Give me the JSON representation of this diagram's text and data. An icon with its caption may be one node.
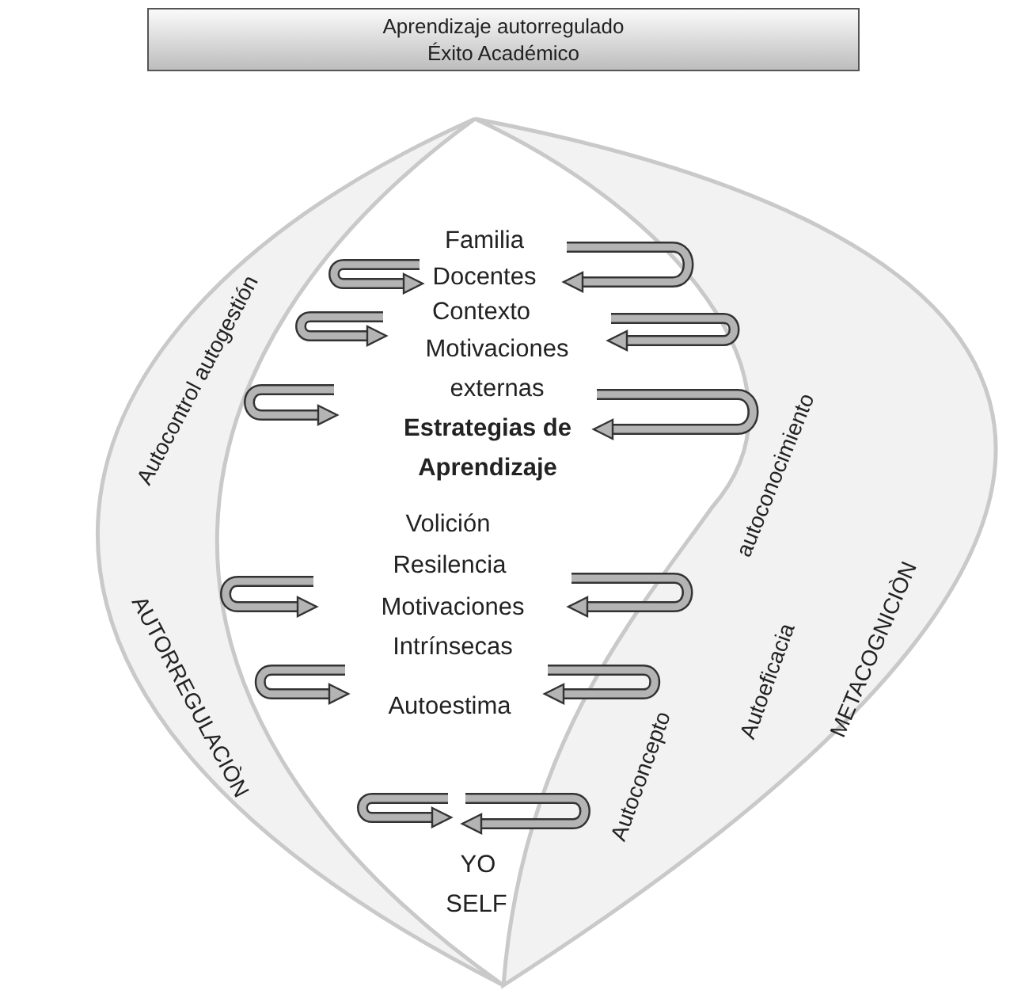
{
  "diagram": {
    "nodes": [
      {
        "text": [
          "Aprendizaje autorregulado",
          "Éxito Académico"
        ]
      },
      {
        "text": [
          "Autocontrol autogestión",
          "AUTORREGULACIÒN"
        ]
      },
      {
        "text": [
          "autoconocimiento",
          "Autoeficacia",
          "METACOGNICIÒN",
          "Autoconcepto"
        ]
      }
    ],
    "labels": [
      "Familia",
      "Docentes",
      "Contexto",
      "Motivaciones externas",
      "Estrategias de Aprendizaje",
      "Volición",
      "Resilencia",
      "Motivaciones Intrínsecas",
      "Autoestima",
      "YO",
      "SELF"
    ]
  }
}
